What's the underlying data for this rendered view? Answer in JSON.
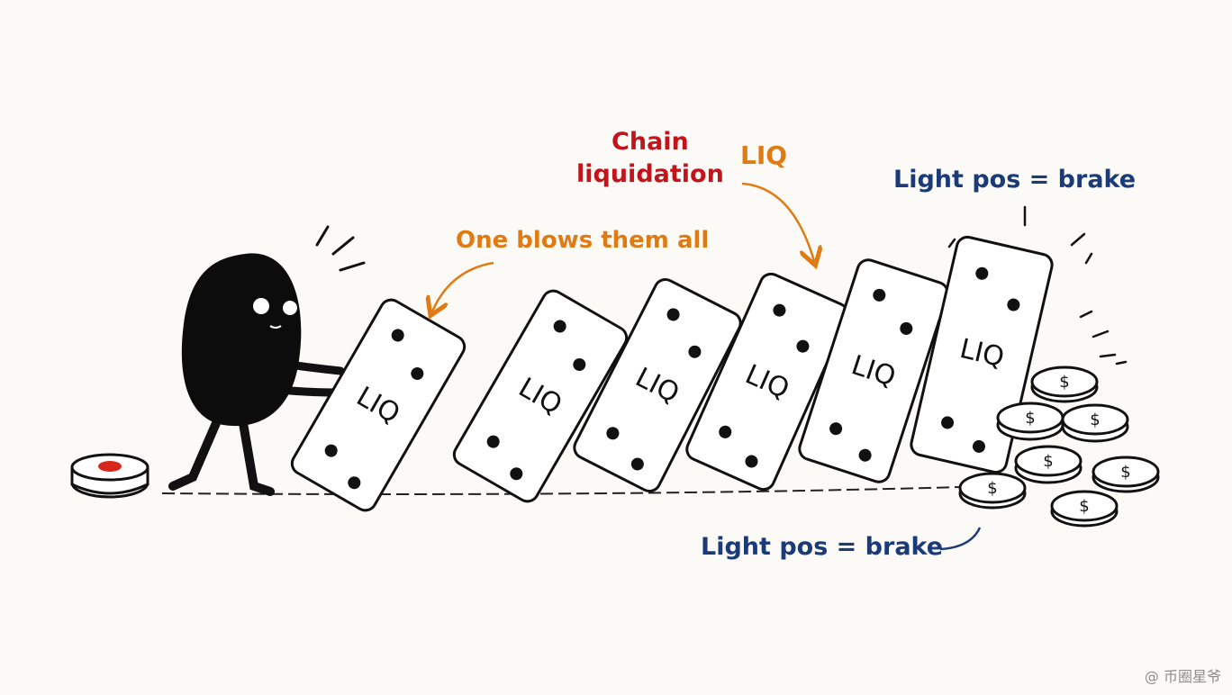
{
  "annotations": {
    "chain_liquidation_line1": "Chain",
    "chain_liquidation_line2": "liquidation",
    "liq_label": "LIQ",
    "one_blows": "One blows them all",
    "light_pos_top": "Light pos = brake",
    "light_pos_bottom": "Light pos = brake"
  },
  "domino_label": "LIQ",
  "coin_symbol": "$",
  "watermark": "@ 币圈星爷",
  "colors": {
    "orange": "#e07b13",
    "red": "#c3141b",
    "blue": "#1a3a78",
    "ink": "#111111",
    "button_red": "#d8271c"
  },
  "icons": [
    "character-blob",
    "domino-liq",
    "coin-stack",
    "red-button",
    "arrow"
  ]
}
